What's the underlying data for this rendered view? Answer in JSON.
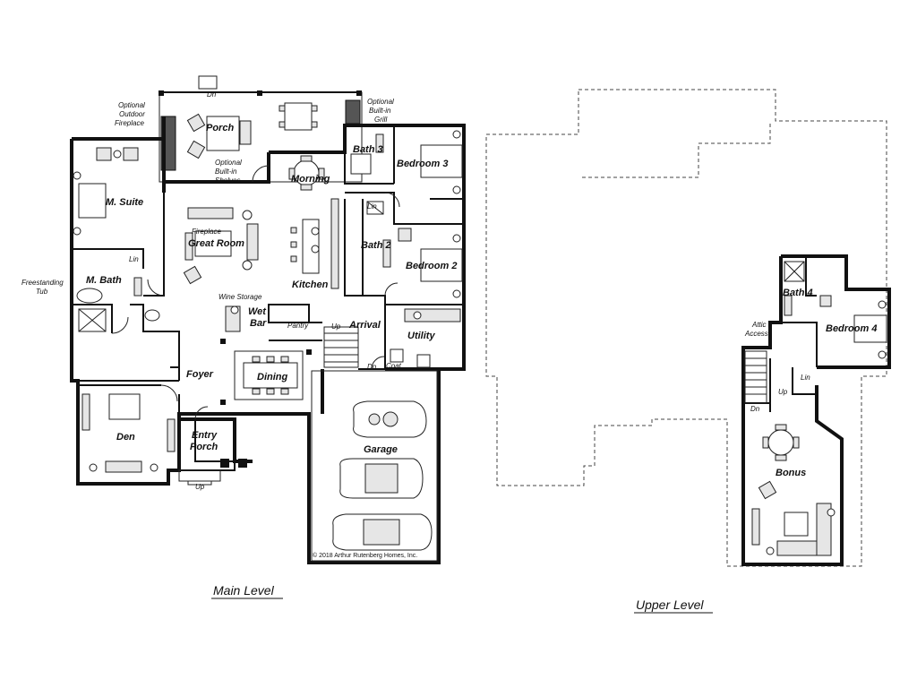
{
  "rooms": {
    "porch": "Porch",
    "m_suite": "M. Suite",
    "great_room": "Great Room",
    "morning": "Morning",
    "kitchen": "Kitchen",
    "bath3": "Bath 3",
    "bedroom3": "Bedroom 3",
    "bath2": "Bath 2",
    "bedroom2": "Bedroom 2",
    "m_bath": "M. Bath",
    "wet_bar": "Wet\nBar",
    "pantry": "Pantry",
    "arrival": "Arrival",
    "utility": "Utility",
    "foyer": "Foyer",
    "dining": "Dining",
    "den": "Den",
    "entry_porch": "Entry\nPorch",
    "garage": "Garage",
    "bath4": "Bath 4",
    "bedroom4": "Bedroom 4",
    "bonus": "Bonus"
  },
  "notes": {
    "optional_outdoor_fireplace": "Optional\nOutdoor\nFireplace",
    "optional_builtin_grill": "Optional\nBuilt-in\nGrill",
    "optional_builtin_shelves": "Optional\nBuilt-in\nShelves",
    "fireplace": "Fireplace",
    "freestanding_tub": "Freestanding\nTub",
    "wine_storage": "Wine Storage",
    "attic_access": "Attic\nAccess",
    "lin": "Lin",
    "up": "Up",
    "dn": "Dn",
    "coat": "Coat"
  },
  "levels": {
    "main": "Main Level",
    "upper": "Upper Level"
  },
  "copyright": "© 2018 Arthur Rutenberg Homes, Inc."
}
